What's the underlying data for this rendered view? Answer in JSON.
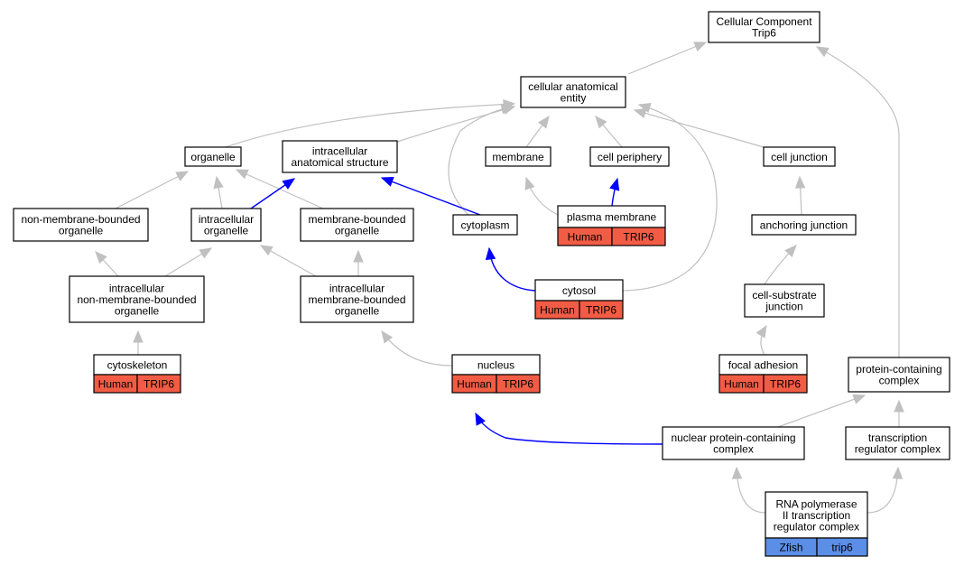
{
  "colors": {
    "node_border": "#000000",
    "gray_edge": "#c0c0c0",
    "blue_edge": "#0000ff",
    "human_annotation": "#f25c45",
    "zfish_annotation": "#5b8ee6"
  },
  "nodes": {
    "root": {
      "lines": [
        "Cellular Component",
        "Trip6"
      ]
    },
    "cellular_anatomical_entity": {
      "lines": [
        "cellular anatomical",
        "entity"
      ]
    },
    "organelle": {
      "lines": [
        "organelle"
      ]
    },
    "intracellular_anatomical_structure": {
      "lines": [
        "intracellular",
        "anatomical structure"
      ]
    },
    "membrane": {
      "lines": [
        "membrane"
      ]
    },
    "cell_periphery": {
      "lines": [
        "cell periphery"
      ]
    },
    "cell_junction": {
      "lines": [
        "cell junction"
      ]
    },
    "non_membrane_bounded_organelle": {
      "lines": [
        "non-membrane-bounded",
        "organelle"
      ]
    },
    "intracellular_organelle": {
      "lines": [
        "intracellular",
        "organelle"
      ]
    },
    "membrane_bounded_organelle": {
      "lines": [
        "membrane-bounded",
        "organelle"
      ]
    },
    "cytoplasm": {
      "lines": [
        "cytoplasm"
      ]
    },
    "plasma_membrane": {
      "lines": [
        "plasma membrane"
      ],
      "annotation": [
        "Human",
        "TRIP6"
      ]
    },
    "anchoring_junction": {
      "lines": [
        "anchoring junction"
      ]
    },
    "intracellular_non_membrane_bounded_organelle": {
      "lines": [
        "intracellular",
        "non-membrane-bounded",
        "organelle"
      ]
    },
    "intracellular_membrane_bounded_organelle": {
      "lines": [
        "intracellular",
        "membrane-bounded",
        "organelle"
      ]
    },
    "cytosol": {
      "lines": [
        "cytosol"
      ],
      "annotation": [
        "Human",
        "TRIP6"
      ]
    },
    "cell_substrate_junction": {
      "lines": [
        "cell-substrate",
        "junction"
      ]
    },
    "cytoskeleton": {
      "lines": [
        "cytoskeleton"
      ],
      "annotation": [
        "Human",
        "TRIP6"
      ]
    },
    "nucleus": {
      "lines": [
        "nucleus"
      ],
      "annotation": [
        "Human",
        "TRIP6"
      ]
    },
    "focal_adhesion": {
      "lines": [
        "focal adhesion"
      ],
      "annotation": [
        "Human",
        "TRIP6"
      ]
    },
    "protein_containing_complex": {
      "lines": [
        "protein-containing",
        "complex"
      ]
    },
    "nuclear_protein_containing_complex": {
      "lines": [
        "nuclear protein-containing",
        "complex"
      ]
    },
    "transcription_regulator_complex": {
      "lines": [
        "transcription",
        "regulator complex"
      ]
    },
    "rna_pol_ii_complex": {
      "lines": [
        "RNA polymerase",
        "II transcription",
        "regulator complex"
      ],
      "annotation": [
        "Zfish",
        "trip6"
      ]
    }
  },
  "edges": [
    {
      "from": "cellular_anatomical_entity",
      "to": "root",
      "color": "gray"
    },
    {
      "from": "protein_containing_complex",
      "to": "root",
      "color": "gray"
    },
    {
      "from": "organelle",
      "to": "cellular_anatomical_entity",
      "color": "gray"
    },
    {
      "from": "intracellular_anatomical_structure",
      "to": "cellular_anatomical_entity",
      "color": "gray"
    },
    {
      "from": "membrane",
      "to": "cellular_anatomical_entity",
      "color": "gray"
    },
    {
      "from": "cell_periphery",
      "to": "cellular_anatomical_entity",
      "color": "gray"
    },
    {
      "from": "cell_junction",
      "to": "cellular_anatomical_entity",
      "color": "gray"
    },
    {
      "from": "cytoplasm",
      "to": "cellular_anatomical_entity",
      "color": "gray"
    },
    {
      "from": "cytosol",
      "to": "cellular_anatomical_entity",
      "color": "gray"
    },
    {
      "from": "non_membrane_bounded_organelle",
      "to": "organelle",
      "color": "gray"
    },
    {
      "from": "intracellular_organelle",
      "to": "organelle",
      "color": "gray"
    },
    {
      "from": "membrane_bounded_organelle",
      "to": "organelle",
      "color": "gray"
    },
    {
      "from": "intracellular_organelle",
      "to": "intracellular_anatomical_structure",
      "color": "blue"
    },
    {
      "from": "cytoplasm",
      "to": "intracellular_anatomical_structure",
      "color": "blue"
    },
    {
      "from": "plasma_membrane",
      "to": "membrane",
      "color": "gray"
    },
    {
      "from": "plasma_membrane",
      "to": "cell_periphery",
      "color": "blue"
    },
    {
      "from": "anchoring_junction",
      "to": "cell_junction",
      "color": "gray"
    },
    {
      "from": "intracellular_non_membrane_bounded_organelle",
      "to": "non_membrane_bounded_organelle",
      "color": "gray"
    },
    {
      "from": "intracellular_non_membrane_bounded_organelle",
      "to": "intracellular_organelle",
      "color": "gray"
    },
    {
      "from": "intracellular_membrane_bounded_organelle",
      "to": "intracellular_organelle",
      "color": "gray"
    },
    {
      "from": "intracellular_membrane_bounded_organelle",
      "to": "membrane_bounded_organelle",
      "color": "gray"
    },
    {
      "from": "cytosol",
      "to": "cytoplasm",
      "color": "blue"
    },
    {
      "from": "cell_substrate_junction",
      "to": "anchoring_junction",
      "color": "gray"
    },
    {
      "from": "focal_adhesion",
      "to": "cell_substrate_junction",
      "color": "gray"
    },
    {
      "from": "cytoskeleton",
      "to": "intracellular_non_membrane_bounded_organelle",
      "color": "gray"
    },
    {
      "from": "nucleus",
      "to": "intracellular_membrane_bounded_organelle",
      "color": "gray"
    },
    {
      "from": "nuclear_protein_containing_complex",
      "to": "nucleus",
      "color": "blue"
    },
    {
      "from": "nuclear_protein_containing_complex",
      "to": "protein_containing_complex",
      "color": "gray"
    },
    {
      "from": "transcription_regulator_complex",
      "to": "protein_containing_complex",
      "color": "gray"
    },
    {
      "from": "rna_pol_ii_complex",
      "to": "nuclear_protein_containing_complex",
      "color": "gray"
    },
    {
      "from": "rna_pol_ii_complex",
      "to": "transcription_regulator_complex",
      "color": "gray"
    }
  ]
}
